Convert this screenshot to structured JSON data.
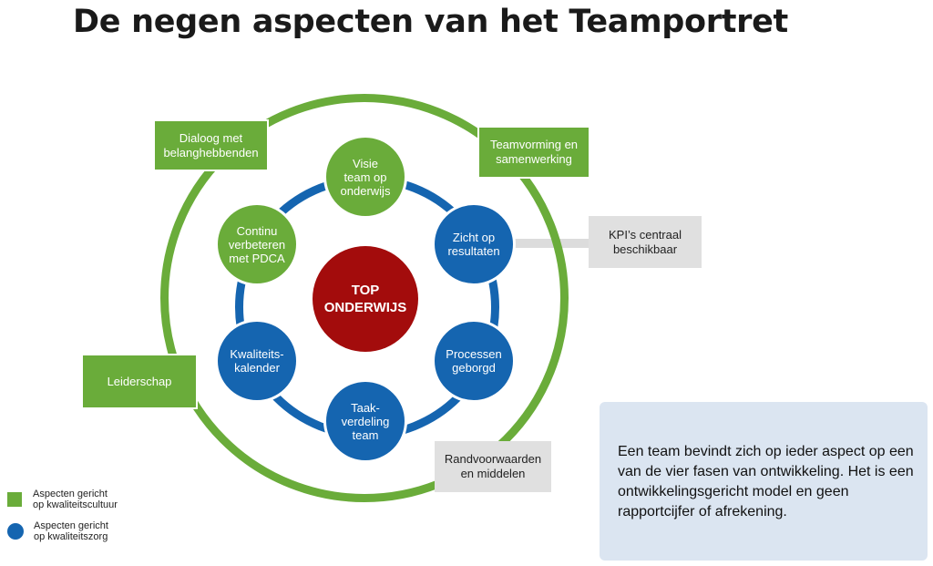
{
  "title": "De negen aspecten van het Teamportret",
  "center": "TOP\nONDERWIJS",
  "circles": {
    "visie": "Visie\nteam op\nonderwijs",
    "zicht": "Zicht op\nresultaten",
    "processen": "Processen\ngeborgd",
    "taak": "Taak-\nverdeling\nteam",
    "kwaliteit": "Kwaliteits-\nkalender",
    "continu": "Continu\nverbeteren\nmet PDCA"
  },
  "boxes": {
    "dialoog": "Dialoog met\nbelanghebbenden",
    "teamvorming": "Teamvorming en\nsamenwerking",
    "leiderschap": "Leiderschap",
    "kpi": "KPI’s centraal\nbeschikbaar",
    "randvoorwaarden": "Randvoorwaarden\nen middelen"
  },
  "legend": {
    "cultuur": "Aspecten gericht\nop kwaliteitscultuur",
    "zorg": "Aspecten gericht\nop kwaliteitszorg"
  },
  "note": "Een team bevindt zich op ieder aspect op een van de vier fasen van ontwikkeling. Het is een ontwikkelingsgericht model en geen rapportcijfer of afrekening.",
  "colors": {
    "green": "#6aac3a",
    "blue": "#1565b0",
    "red": "#a30c0c",
    "gray": "#e0e0e0",
    "note_bg": "#dbe5f1"
  }
}
